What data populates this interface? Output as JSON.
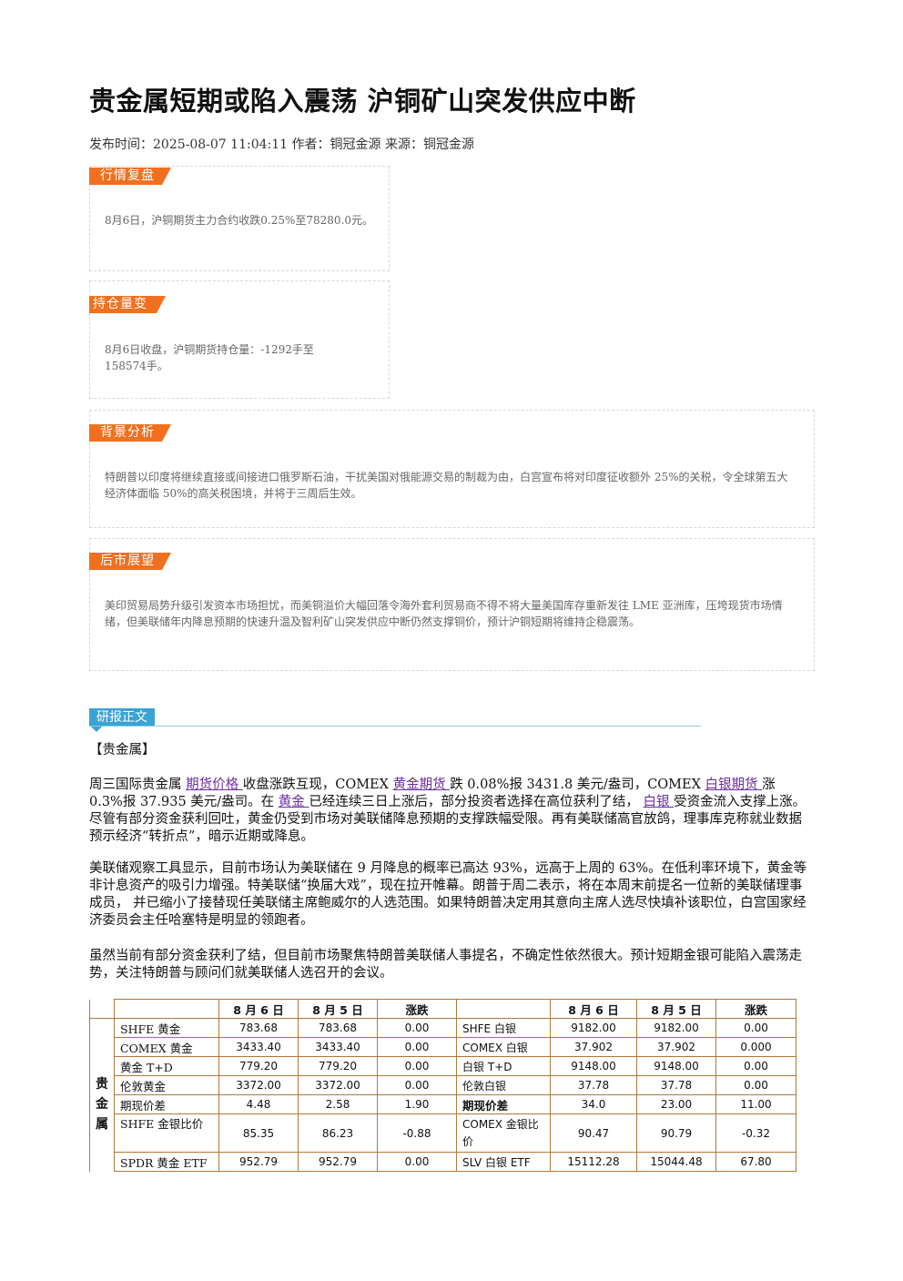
{
  "article": {
    "title": "贵金属短期或陷入震荡 沪铜矿山突发供应中断",
    "meta": "发布时间：2025-08-07 11:04:11 作者：铜冠金源 来源：铜冠金源"
  },
  "sections": {
    "market_review": {
      "label": "行情复盘",
      "text": "8月6日，沪铜期货主力合约收跌0.25%至78280.0元。"
    },
    "open_interest": {
      "label": "持仓量变化",
      "text": "8月6日收盘，沪铜期货持仓量：-1292手至158574手。"
    },
    "background": {
      "label": "背景分析",
      "text": "特朗普以印度将继续直接或间接进口俄罗斯石油，干扰美国对俄能源交易的制裁为由，白宫宣布将对印度征收额外 25%的关税，令全球第五大经济体面临 50%的高关税困境，并将于三周后生效。"
    },
    "outlook": {
      "label": "后市展望",
      "text": "美印贸易局势升级引发资本市场担忧，而美铜溢价大幅回落令海外套利贸易商不得不将大量美国库存重新发往 LME 亚洲库，压垮现货市场情绪，但美联储年内降息预期的快速升温及智利矿山突发供应中断仍然支撑铜价，预计沪铜短期将维持企稳震荡。"
    }
  },
  "report": {
    "label": "研报正文",
    "heading": "【贵金属】",
    "p1": {
      "t1": "周三国际贵金属 ",
      "l1": "期货价格 ",
      "t2": "收盘涨跌互现，COMEX ",
      "l2": "黄金期货 ",
      "t3": "跌 0.08%报 3431.8 美元/盎司，COMEX ",
      "l3": "白银期货 ",
      "t4": "涨 0.3%报 37.935 美元/盎司。在 ",
      "l4": "黄金 ",
      "t5": "已经连续三日上涨后，部分投资者选择在高位获利了结， ",
      "l5": "白银 ",
      "t6": "受资金流入支撑上涨。尽管有部分资金获利回吐，黄金仍受到市场对美联储降息预期的支撑跌幅受限。再有美联储高官放鸽，理事库克称就业数据预示经济“转折点”，暗示近期或降息。"
    },
    "p2": "美联储观察工具显示，目前市场认为美联储在 9 月降息的概率已高达 93%，远高于上周的 63%。在低利率环境下，黄金等非计息资产的吸引力增强。特美联储“换届大戏”，现在拉开帷幕。朗普于周二表示，将在本周末前提名一位新的美联储理事成员， 并已缩小了接替现任美联储主席鲍威尔的人选范围。如果特朗普决定用其意向主席人选尽快填补该职位，白宫国家经济委员会主任哈塞特是明显的领跑者。",
    "p3": "虽然当前有部分资金获利了结，但目前市场聚焦特朗普美联储人事提名，不确定性依然很大。预计短期金银可能陷入震荡走势，关注特朗普与顾问们就美联储人选召开的会议。"
  },
  "table": {
    "side_label": [
      "贵",
      "金",
      "属"
    ],
    "headers": [
      "",
      "8 月 6 日",
      "8 月 5 日",
      "涨跌",
      "",
      "8 月 6 日",
      "8 月 5 日",
      "涨跌"
    ],
    "rows": [
      [
        "SHFE 黄金",
        "783.68",
        "783.68",
        "0.00",
        "SHFE 白银",
        "9182.00",
        "9182.00",
        "0.00"
      ],
      [
        "COMEX 黄金",
        "3433.40",
        "3433.40",
        "0.00",
        "COMEX 白银",
        "37.902",
        "37.902",
        "0.000"
      ],
      [
        "黄金 T+D",
        "779.20",
        "779.20",
        "0.00",
        "白银 T+D",
        "9148.00",
        "9148.00",
        "0.00"
      ],
      [
        "伦敦黄金",
        "3372.00",
        "3372.00",
        "0.00",
        "伦敦白银",
        "37.78",
        "37.78",
        "0.00"
      ],
      [
        "期现价差",
        "4.48",
        "2.58",
        "1.90",
        "期现价差",
        "34.0",
        "23.00",
        "11.00"
      ],
      [
        "SHFE 金银比价",
        "85.35",
        "86.23",
        "-0.88",
        "COMEX 金银比价",
        "90.47",
        "90.79",
        "-0.32"
      ],
      [
        "SPDR 黄金 ETF",
        "952.79",
        "952.79",
        "0.00",
        "SLV 白银 ETF",
        "15112.28",
        "15044.48",
        "67.80"
      ]
    ]
  }
}
